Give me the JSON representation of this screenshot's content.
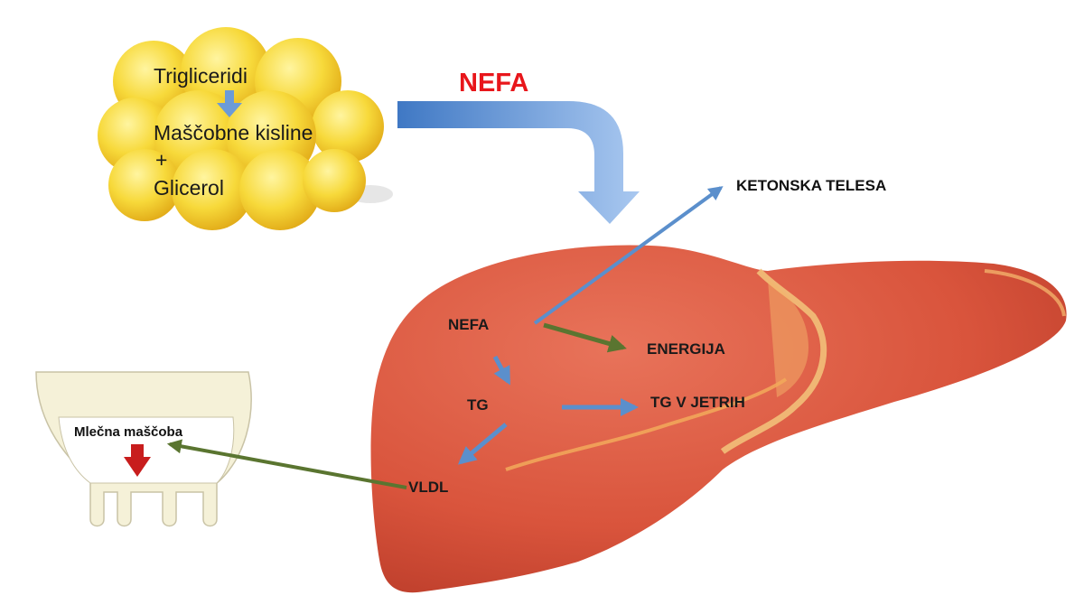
{
  "diagram": {
    "fat_cell": {
      "line1": "Trigliceridi",
      "line2": "Maščobne kisline",
      "line3": "+",
      "line4": "Glicerol"
    },
    "transport_label": "NEFA",
    "liver_labels": {
      "nefa": "NEFA",
      "tg": "TG",
      "vldl": "VLDL",
      "energija": "ENERGIJA",
      "tg_v_jetrih": "TG V JETRIH"
    },
    "ketone_label": "KETONSKA TELESA",
    "udder_label": "Mlečna maščoba",
    "colors": {
      "title_red": "#e8161b",
      "blue_arrow": "#5b8fcc",
      "green_arrow": "#5a7530",
      "liver": "#d9543c",
      "fat_yellow": "#f5d22a",
      "udder_fill": "#f5f1d8",
      "milk_arrow": "#c81d1d"
    }
  }
}
